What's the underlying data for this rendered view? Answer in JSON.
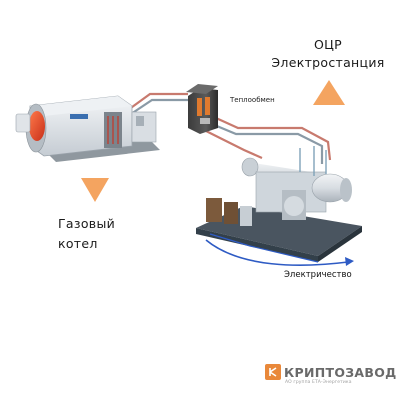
{
  "labels": {
    "orc_line1": "ОЦР",
    "orc_line2": "Электростанция",
    "boiler_line1": "Газовый",
    "boiler_line2": "котел",
    "heat_exchanger": "Теплообмен",
    "electricity": "Электричество"
  },
  "logo": {
    "name": "КРИПТОЗАВОД",
    "subtitle": "АО группа ЕТА-Энергетика"
  },
  "colors": {
    "arrow_orange": "#F4A460",
    "burner_red": "#E8452B",
    "pipe_red": "#C87A6E",
    "pipe_grey": "#8A9AA6",
    "electric_blue": "#2E5BC4",
    "logo_orange": "#E9883A"
  }
}
